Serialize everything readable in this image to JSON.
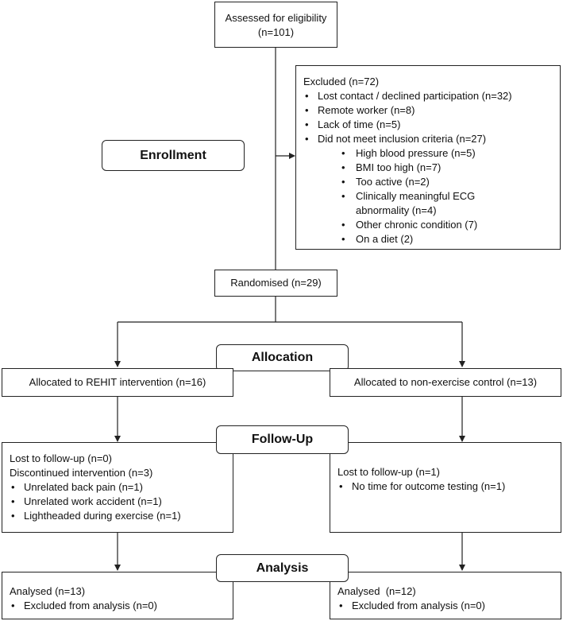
{
  "assessed": {
    "label": "Assessed for eligibility",
    "count": "(n=101)"
  },
  "excluded": {
    "title": "Excluded (n=72)",
    "items": [
      "Lost contact / declined participation (n=32)",
      "Remote worker (n=8)",
      "Lack of time (n=5)",
      "Did not meet inclusion criteria (n=27)"
    ],
    "subitems": [
      "High blood pressure (n=5)",
      "BMI too high (n=7)",
      "Too active (n=2)",
      "Clinically meaningful ECG abnormality (n=4)",
      "Other chronic condition (7)",
      "On a diet (2)"
    ]
  },
  "stages": {
    "enrollment": "Enrollment",
    "allocation": "Allocation",
    "followup": "Follow-Up",
    "analysis": "Analysis"
  },
  "randomised": "Randomised (n=29)",
  "allocation": {
    "left": "Allocated to REHIT intervention (n=16)",
    "right": "Allocated to non-exercise control (n=13)"
  },
  "followup": {
    "left": {
      "lines": [
        "Lost to follow-up (n=0)",
        "Discontinued intervention (n=3)"
      ],
      "items": [
        "Unrelated back pain (n=1)",
        "Unrelated work accident (n=1)",
        "Lightheaded during exercise (n=1)"
      ]
    },
    "right": {
      "lines": [
        "Lost to follow-up (n=1)"
      ],
      "items": [
        "No time for outcome testing (n=1)"
      ]
    }
  },
  "analysis": {
    "left": {
      "title": "Analysed (n=13)",
      "items": [
        "Excluded from analysis (n=0)"
      ]
    },
    "right": {
      "title": "Analysed  (n=12)",
      "items": [
        "Excluded from analysis (n=0)"
      ]
    }
  }
}
